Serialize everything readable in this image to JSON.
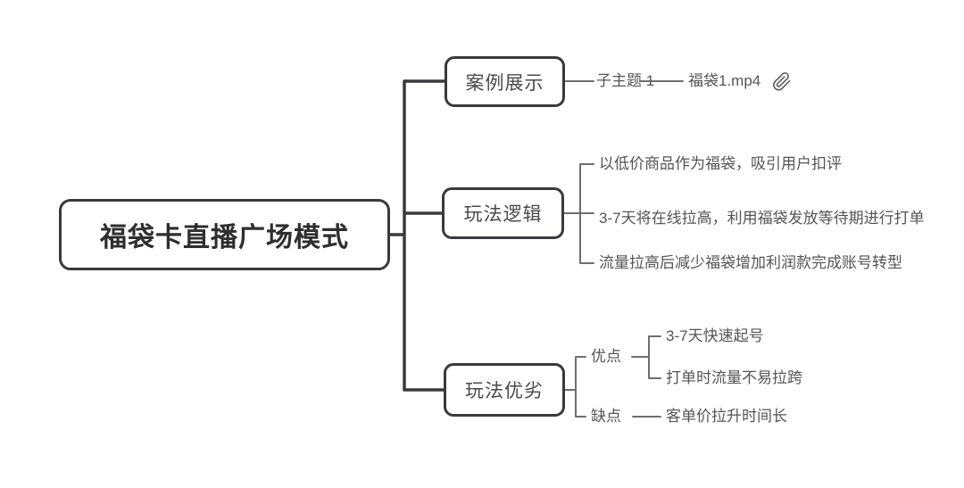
{
  "theme": {
    "background": "#ffffff",
    "branch_line_color": "#3a3a3e",
    "connector_line_color": "#6e6e6e",
    "node_border_color": "#3a3a3e",
    "node_fill": "#ffffff",
    "root_text_color": "#2e2e2e",
    "topic_text_color": "#4a4a4a",
    "leaf_text_color": "#555555"
  },
  "mindmap": {
    "root": {
      "label": "福袋卡直播广场模式"
    },
    "branches": [
      {
        "label": "案例展示",
        "children": [
          {
            "label": "子主题 1",
            "children": [
              {
                "label": "福袋1.mp4",
                "attachment_icon": "paperclip-icon"
              }
            ]
          }
        ]
      },
      {
        "label": "玩法逻辑",
        "children": [
          {
            "label": "以低价商品作为福袋，吸引用户扣评"
          },
          {
            "label": "3-7天将在线拉高，利用福袋发放等待期进行打单"
          },
          {
            "label": "流量拉高后减少福袋增加利润款完成账号转型"
          }
        ]
      },
      {
        "label": "玩法优劣",
        "children": [
          {
            "label": "优点",
            "children": [
              {
                "label": "3-7天快速起号"
              },
              {
                "label": "打单时流量不易拉跨"
              }
            ]
          },
          {
            "label": "缺点",
            "children": [
              {
                "label": "客单价拉升时间长"
              }
            ]
          }
        ]
      }
    ]
  }
}
